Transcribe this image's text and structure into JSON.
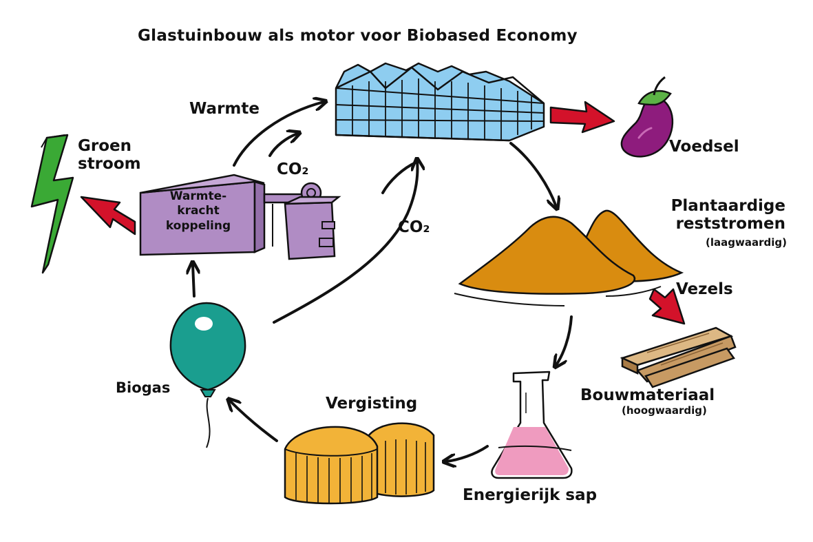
{
  "title": "Glastuinbouw als motor voor Biobased Economy",
  "labels": {
    "warmte": "Warmte",
    "co2_top": "CO₂",
    "co2_mid": "CO₂",
    "groen_line1": "Groen",
    "groen_line2": "stroom",
    "wkk_line1": "Warmte-",
    "wkk_line2": "kracht",
    "wkk_line3": "koppeling",
    "voedsel": "Voedsel",
    "plant_line1": "Plantaardige",
    "plant_line2": "reststromen",
    "plant_sub": "(laagwaardig)",
    "vezels": "Vezels",
    "bouw": "Bouwmateriaal",
    "bouw_sub": "(hoogwaardig)",
    "energie": "Energierijk sap",
    "vergisting": "Vergisting",
    "biogas": "Biogas"
  },
  "colors": {
    "greenhouse": "#8ecdf0",
    "wkk": "#b08cc4",
    "lightning": "#3aa935",
    "eggplant": "#8e1c7d",
    "eggplant_cap": "#5cb246",
    "residue": "#d98c10",
    "wood": "#c79a63",
    "flask_liquid": "#ef9bbf",
    "digester": "#f2b338",
    "balloon": "#1a9e8f",
    "red_arrow": "#d3122a",
    "ink": "#111111"
  },
  "icons": [
    "greenhouse-icon",
    "wkk-machine-icon",
    "lightning-icon",
    "eggplant-icon",
    "residue-pile-icon",
    "wood-planks-icon",
    "flask-icon",
    "digester-tanks-icon",
    "balloon-icon"
  ]
}
